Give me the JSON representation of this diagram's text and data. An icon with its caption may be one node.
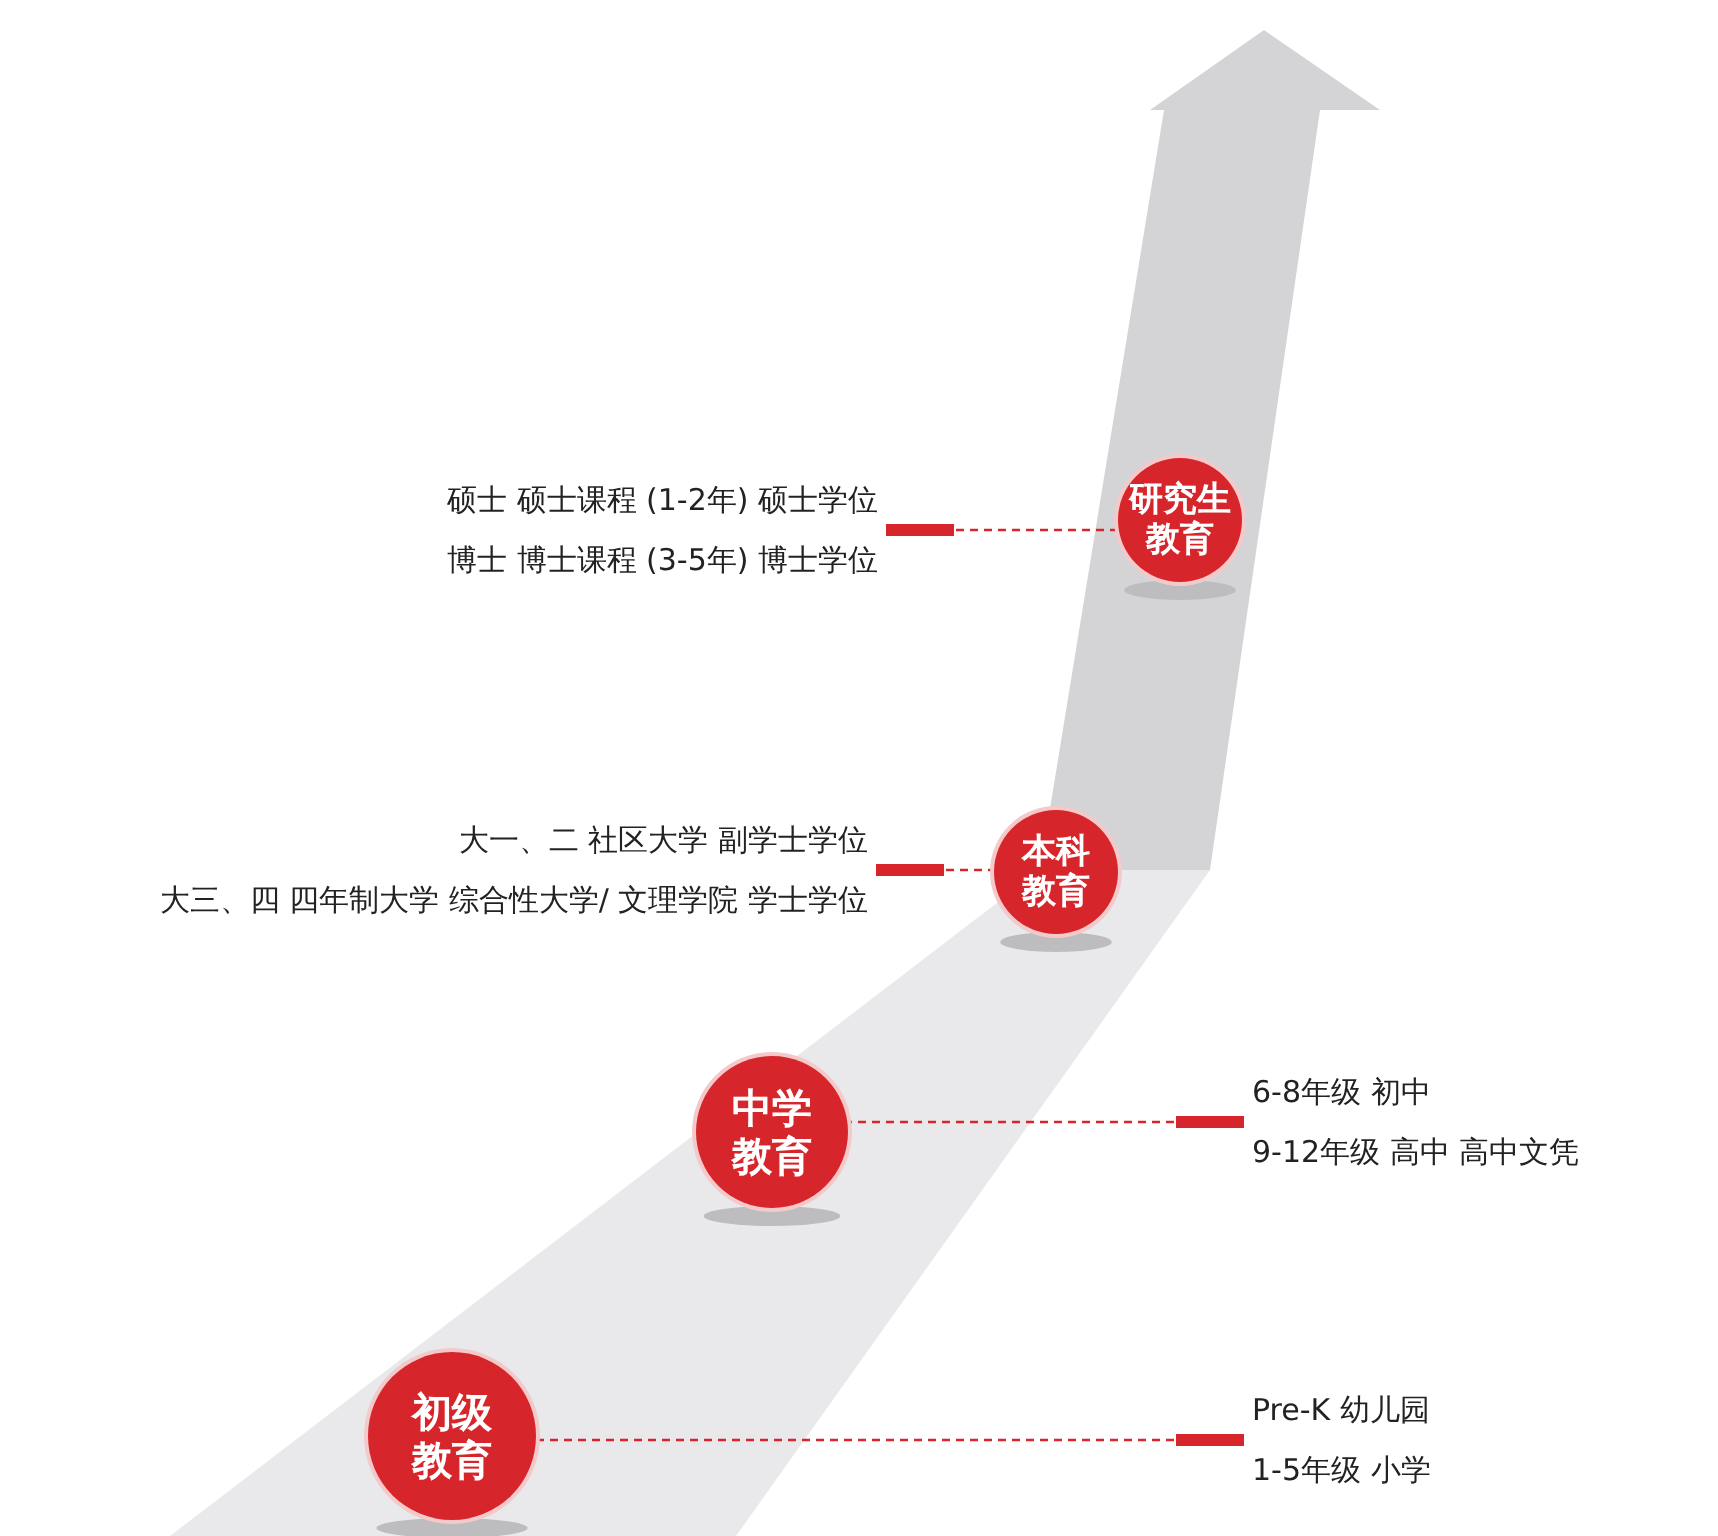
{
  "diagram": {
    "nodes": [
      {
        "text": [
          "硕士 硕士课程 (1-2年) 硕士学位",
          "博士 博士课程 (3-5年) 博士学位"
        ]
      },
      {
        "text": [
          "研究生教育"
        ]
      },
      {
        "text": [
          "大一、二 社区大学 副学士学位",
          "大三、四 四年制大学 综合性大学/ 文理学院 学士学位"
        ]
      },
      {
        "text": [
          "本科教育"
        ]
      },
      {
        "text": [
          "中学教育"
        ]
      },
      {
        "text": [
          "6-8年级 初中",
          "9-12年级 高中 高中文凭"
        ]
      },
      {
        "text": [
          "初级教育"
        ]
      },
      {
        "text": [
          "Pre-K 幼儿园",
          "1-5年级 小学"
        ]
      }
    ],
    "edges": [
      {
        "from": 0,
        "to": 1,
        "arrow": "other",
        "style": "dashed"
      },
      {
        "from": 2,
        "to": 3,
        "arrow": "other",
        "style": "dashed"
      },
      {
        "from": 5,
        "to": 4,
        "arrow": "other",
        "style": "dashed"
      },
      {
        "from": 7,
        "to": 6,
        "arrow": "other",
        "style": "dashed"
      }
    ]
  }
}
